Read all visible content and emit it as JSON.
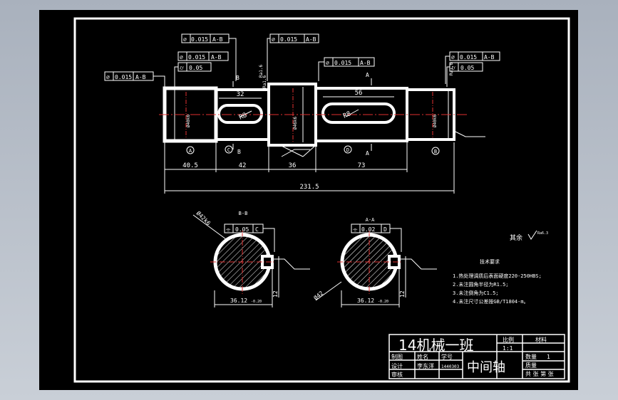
{
  "tolerances": {
    "t1": "0.015",
    "t2": "A-B",
    "t3": "0.015",
    "t4": "A-B",
    "t5": "0.015",
    "t6": "A-B",
    "t7": "0.015",
    "t8": "A-B",
    "t9": "0.05",
    "t10": "0.015",
    "t11": "A-B",
    "t12": "0.015",
    "t13": "A-B",
    "t14": "0.05",
    "t15": "0.05",
    "t16": "C",
    "t17": "0.02",
    "t18": "D"
  },
  "dimensions": {
    "key1": "32",
    "key2": "56",
    "seg1": "40.5",
    "seg2": "42",
    "seg3": "36",
    "seg4": "73",
    "total": "231.5",
    "sec1": "36.12",
    "sec2": "36.12",
    "dia": "Ø42",
    "tol_sub": "-0.20",
    "depth1": "12",
    "depth2": "12"
  },
  "labels": {
    "secB": "B-B",
    "secA": "A-A",
    "A": "A",
    "B": "B",
    "cA": "A",
    "cB": "B",
    "cC": "C",
    "cD": "D",
    "rest": "其余"
  },
  "notes": {
    "title": "技术要求",
    "n1": "1.热处理调质后表面硬度220-250HBS;",
    "n2": "2.未注圆角半径为R1.5;",
    "n3": "3.未注倒角为C1.5;",
    "n4": "4.未注尺寸公差按GB/T1804-m。"
  },
  "titleblock": {
    "class_name": "14机械一班",
    "part_name": "中间轴",
    "scale_label": "比例",
    "scale_value": "1:1",
    "material_label": "材料",
    "drawing_label": "制图",
    "name_label": "姓名",
    "number_label": "学号",
    "design_label": "设计",
    "designer": "李东洋",
    "student_no": "1440303",
    "review_label": "审核",
    "qty_label": "数量",
    "qty_value": "1",
    "weight_label": "质量",
    "sheets_label": "共 张 第 张"
  }
}
